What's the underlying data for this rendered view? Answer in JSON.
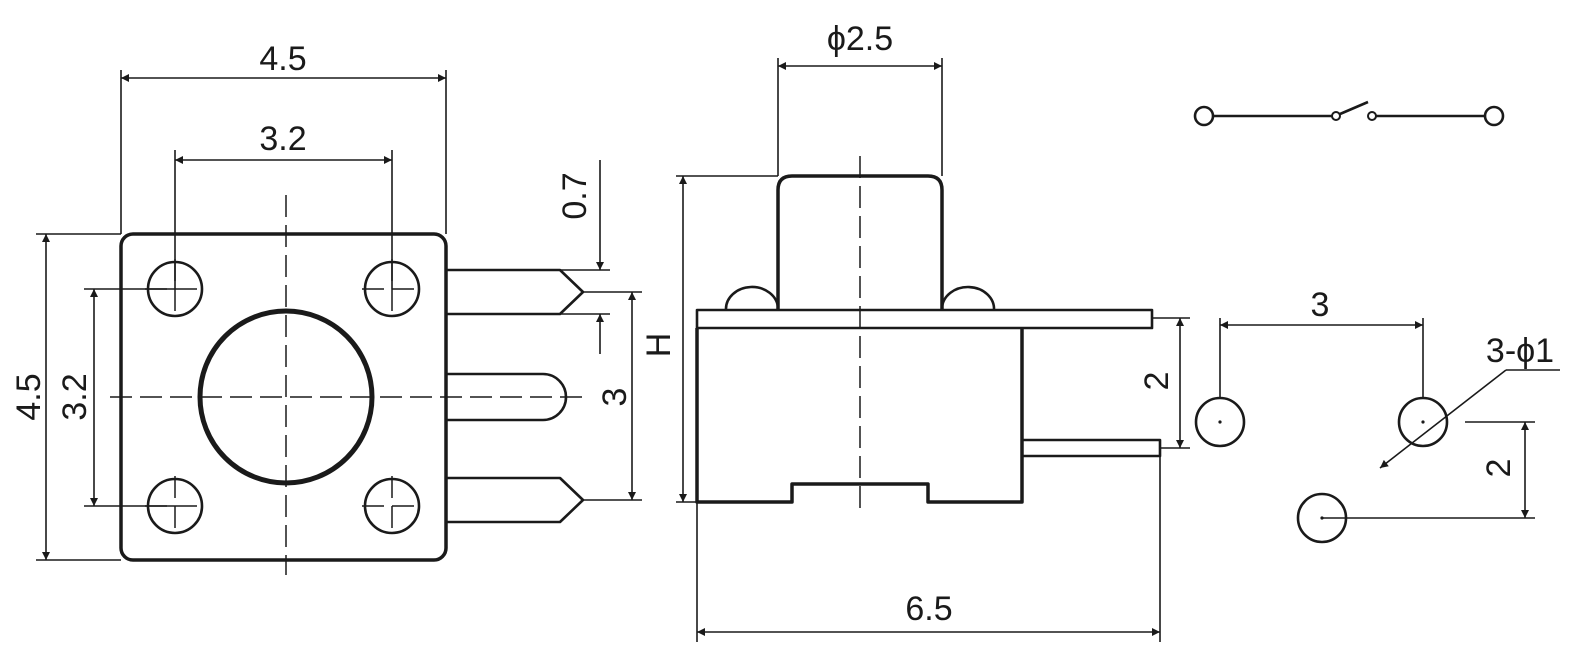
{
  "top_view": {
    "width_outer": "4.5",
    "width_holes": "3.2",
    "height_outer": "4.5",
    "height_holes": "3.2",
    "lead_pitch": "3",
    "lead_tip": "0.7"
  },
  "side_view": {
    "actuator_diameter": "ϕ2.5",
    "height": "H",
    "length": "6.5",
    "lead_offset": "2"
  },
  "footprint": {
    "hole_pitch_x": "3",
    "hole_spec": "3-ϕ1",
    "hole_pitch_y": "2"
  },
  "schematic": {
    "symbol": "switch-normally-open"
  }
}
